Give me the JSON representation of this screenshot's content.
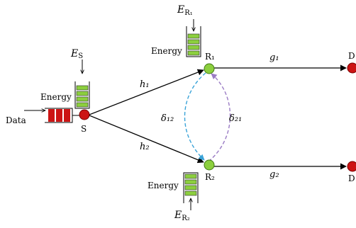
{
  "colors": {
    "energy_bar": "#8ccf3e",
    "data_buffer": "#cc1414",
    "source_node": "#cc1414",
    "relay_node": "#8ccf3e",
    "dest_node": "#cc1414",
    "delta_12_line": "#3aa3d8",
    "delta_21_line": "#9a7bc4"
  },
  "source": {
    "label": "S",
    "energy_label": "Energy",
    "harvest_label": "E",
    "harvest_sub": "S",
    "data_label": "Data"
  },
  "relay1": {
    "label": "R₁",
    "energy_label": "Energy",
    "harvest_label": "E",
    "harvest_sub": "R₁"
  },
  "relay2": {
    "label": "R₂",
    "energy_label": "Energy",
    "harvest_label": "E",
    "harvest_sub": "R₂"
  },
  "dest1": {
    "label": "D"
  },
  "dest2": {
    "label": "D"
  },
  "links": {
    "h1": "h₁",
    "h2": "h₂",
    "g1": "g₁",
    "g2": "g₂",
    "delta12": "δ₁₂",
    "delta21": "δ₂₁"
  }
}
